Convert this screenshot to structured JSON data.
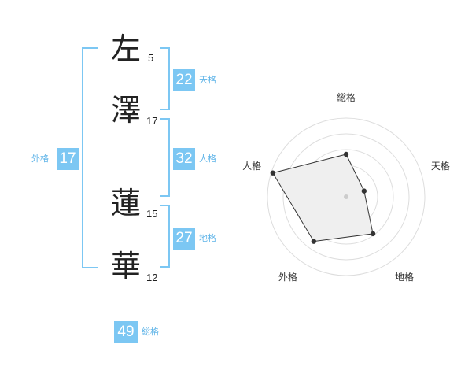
{
  "name": {
    "chars": [
      {
        "char": "左",
        "strokes": "5"
      },
      {
        "char": "澤",
        "strokes": "17"
      },
      {
        "char": "蓮",
        "strokes": "15"
      },
      {
        "char": "華",
        "strokes": "12"
      }
    ]
  },
  "kaku": {
    "tenkaku": {
      "value": "22",
      "label": "天格"
    },
    "jinkaku": {
      "value": "32",
      "label": "人格"
    },
    "chikaku": {
      "value": "27",
      "label": "地格"
    },
    "gaikaku": {
      "value": "17",
      "label": "外格"
    },
    "soukaku": {
      "value": "49",
      "label": "総格"
    }
  },
  "colors": {
    "accent": "#7cc7f3",
    "accent_text": "#5fb4e8",
    "radar_fill": "#efefef"
  },
  "chart_data": {
    "type": "radar",
    "axes": [
      "総格",
      "天格",
      "地格",
      "外格",
      "人格"
    ],
    "scale_max": 5,
    "rings": 5,
    "values": [
      2.7,
      1.2,
      2.9,
      3.5,
      4.9
    ]
  }
}
